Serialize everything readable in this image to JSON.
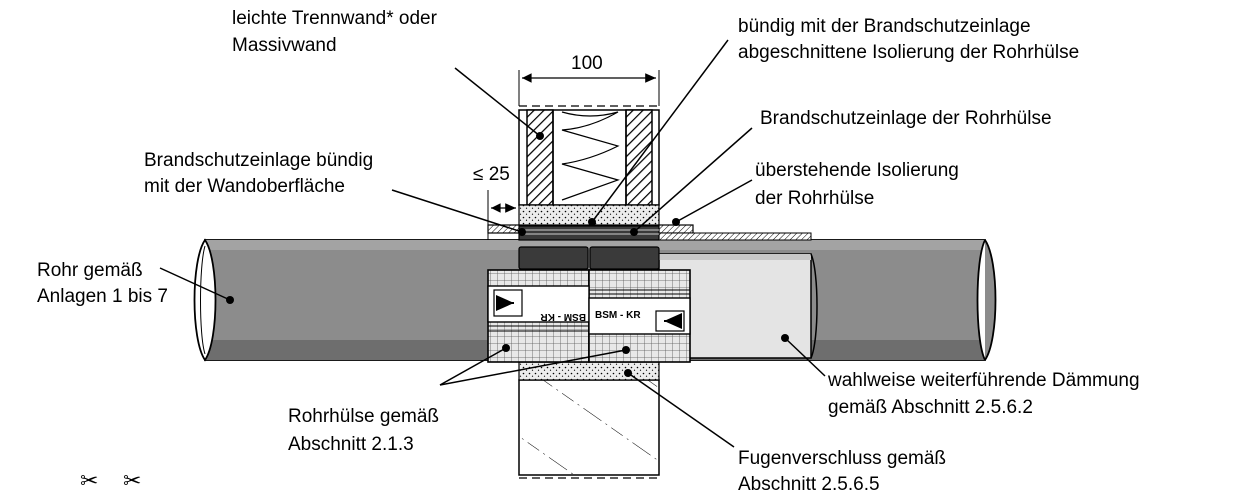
{
  "labels": {
    "wall": [
      "leichte Trennwand* oder",
      "Massivwand"
    ],
    "flush_insulation": [
      "bündig mit der Brandschutzeinlage",
      "abgeschnittene Isolierung der Rohrhülse"
    ],
    "fire_insert": "Brandschutzeinlage der Rohrhülse",
    "insert_flush": [
      "Brandschutzeinlage bündig",
      "mit der Wandoberfläche"
    ],
    "protruding": [
      "überstehende Isolierung",
      "der Rohrhülse"
    ],
    "pipe": [
      "Rohr gemäß",
      "Anlagen 1 bis 7"
    ],
    "optional_insulation": [
      "wahlweise weiterführende Dämmung",
      "gemäß Abschnitt 2.5.6.2"
    ],
    "sleeve": [
      "Rohrhülse gemäß",
      "Abschnitt 2.1.3"
    ],
    "joint": [
      "Fugenverschluss gemäß",
      "Abschnitt 2.5.6.5"
    ]
  },
  "dimensions": {
    "wall_width": "100",
    "overhang": "≤ 25"
  },
  "sleeve_marks": {
    "left": "BSM - KR",
    "right": "BSM - KR"
  },
  "glyphs": {
    "scissors": "✂"
  },
  "colors": {
    "pipe": "#8c8c8c",
    "pipe_dark": "#5a5a5a",
    "insulation": "#d9d9d9",
    "insert": "#3a3a3a",
    "sleeve": "#e6e6e6"
  }
}
